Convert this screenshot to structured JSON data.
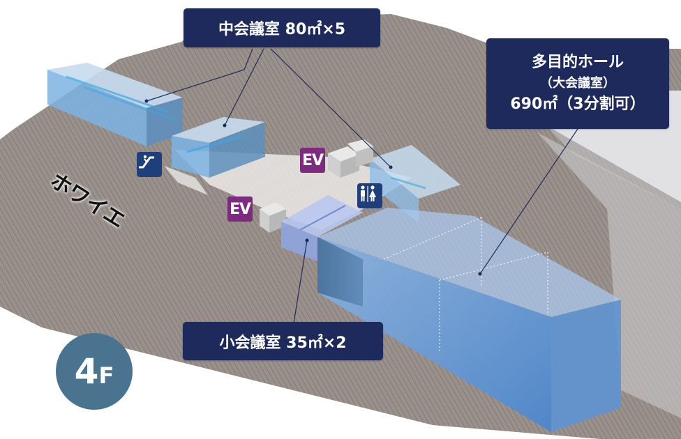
{
  "callouts": {
    "medium_rooms": "中会議室 80㎡×5",
    "hall_line1": "多目的ホール",
    "hall_line2": "（大会議室）",
    "hall_line3": "690㎡（3分割可）",
    "small_rooms": "小会議室 35㎡×2"
  },
  "badges": {
    "ev_upper": "EV",
    "ev_lower": "EV"
  },
  "labels": {
    "foyer": "ホワイエ"
  },
  "floor": {
    "number": "4",
    "suffix": "F"
  },
  "icons": {
    "escalator": "escalator-icon",
    "restroom": "restroom-icon"
  },
  "colors": {
    "floor_dark": "#8b827d",
    "floor_light": "#a39b96",
    "callout_bg": "#1f2a5c",
    "ev_bg": "#7d2a7f",
    "room_blue": "#5a9ad8",
    "floor_badge": "#4a7390"
  }
}
